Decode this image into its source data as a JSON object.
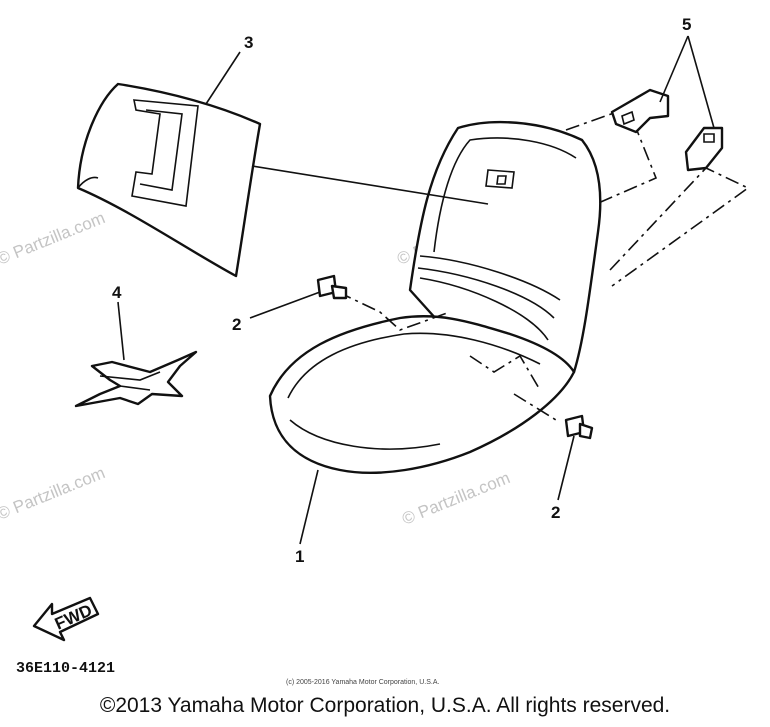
{
  "callouts": {
    "seat": "1",
    "bolt_left": "2",
    "bolt_right": "2",
    "emblem": "3",
    "graphic": "4",
    "bracket": "5"
  },
  "fwd_arrow_label": "FWD",
  "diagram_code": "36E110-4121",
  "small_copyright": "(c) 2005-2016 Yamaha Motor Corporation, U.S.A.",
  "copyright": "©2013 Yamaha Motor Corporation, U.S.A. All rights reserved.",
  "watermark": "© Partzilla.com"
}
